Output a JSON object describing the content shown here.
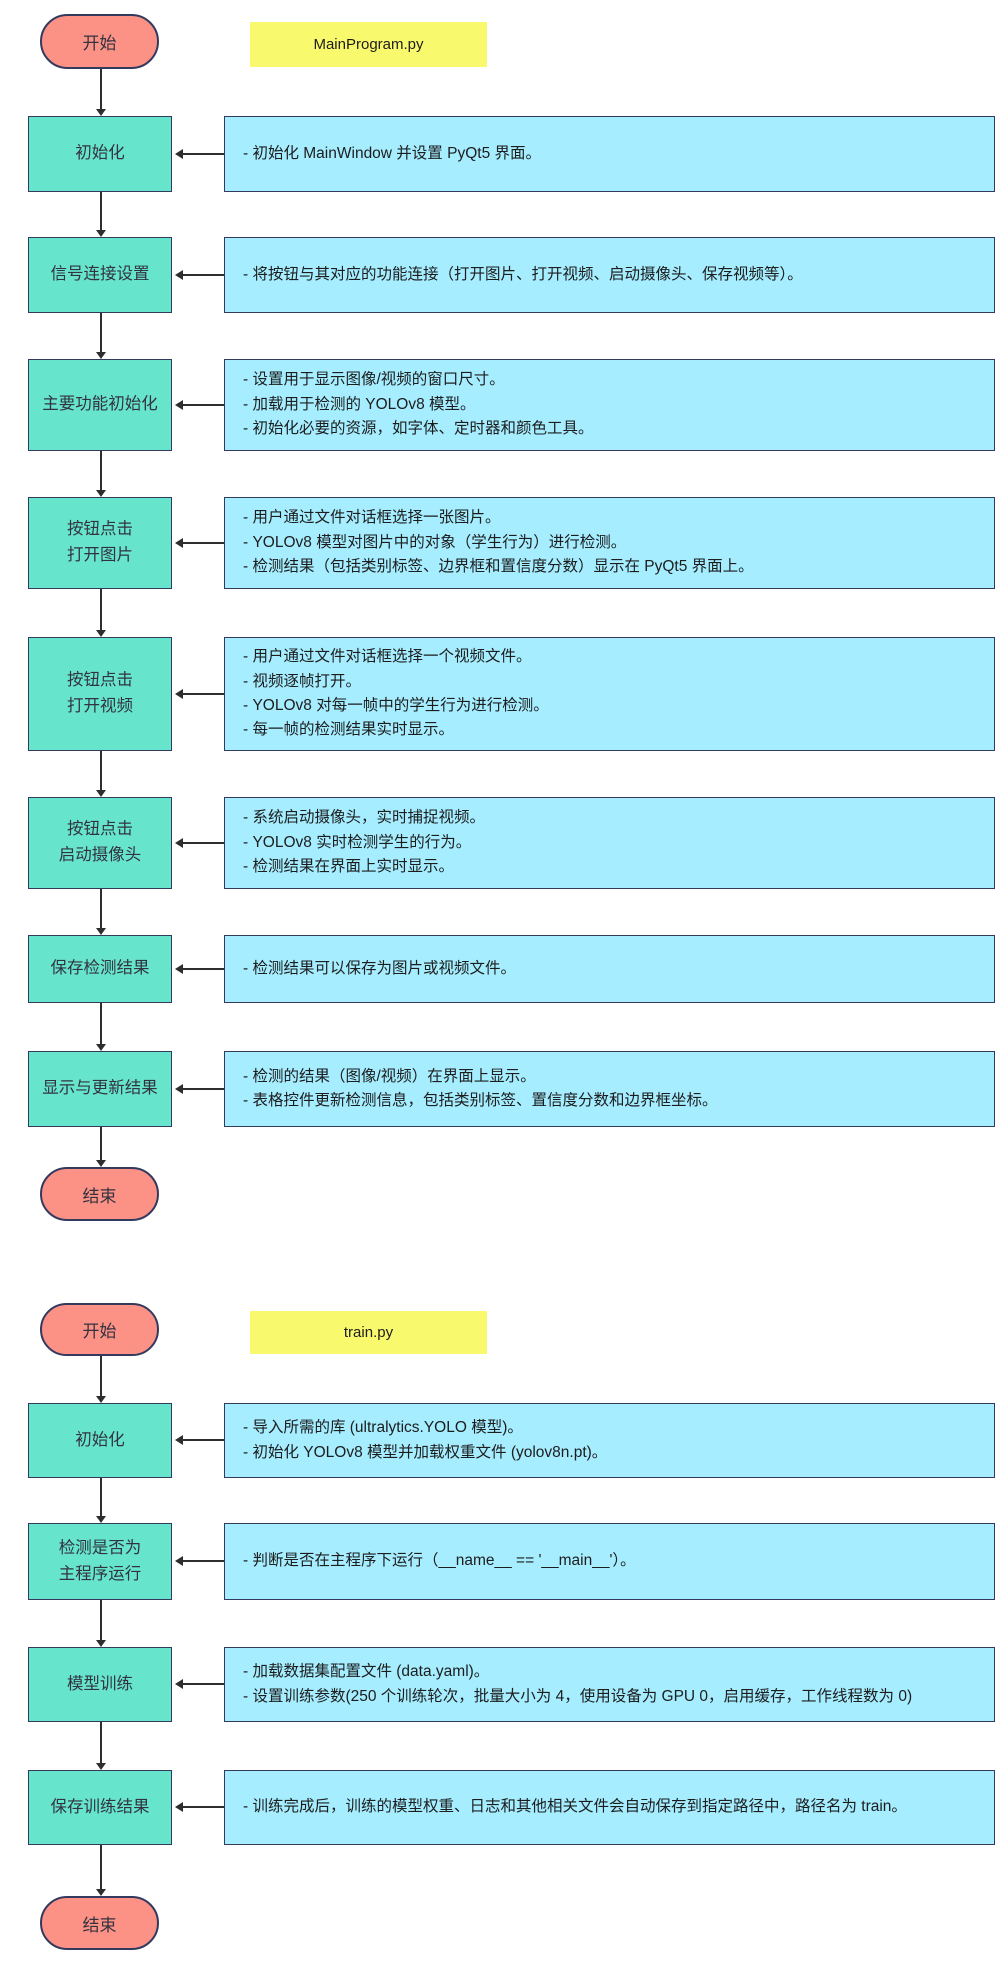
{
  "colors": {
    "terminal_fill": "#FC9186",
    "process_fill": "#66E5CC",
    "description_fill": "#A5EDFF",
    "title_fill": "#F9F96E",
    "border": "#333A5E",
    "arrow": "#2E2E2E"
  },
  "flowcharts": [
    {
      "title": "MainProgram.py",
      "start_label": "开始",
      "end_label": "结束",
      "steps": [
        {
          "node": "初始化",
          "desc": "- 初始化 MainWindow 并设置 PyQt5 界面。"
        },
        {
          "node": "信号连接设置",
          "desc": "- 将按钮与其对应的功能连接（打开图片、打开视频、启动摄像头、保存视频等）。"
        },
        {
          "node": "主要功能初始化",
          "desc": "- 设置用于显示图像/视频的窗口尺寸。\n- 加载用于检测的 YOLOv8 模型。\n- 初始化必要的资源，如字体、定时器和颜色工具。"
        },
        {
          "node": "按钮点击\n打开图片",
          "desc": "- 用户通过文件对话框选择一张图片。\n- YOLOv8 模型对图片中的对象（学生行为）进行检测。\n- 检测结果（包括类别标签、边界框和置信度分数）显示在 PyQt5 界面上。"
        },
        {
          "node": "按钮点击\n打开视频",
          "desc": "- 用户通过文件对话框选择一个视频文件。\n- 视频逐帧打开。\n- YOLOv8 对每一帧中的学生行为进行检测。\n- 每一帧的检测结果实时显示。"
        },
        {
          "node": "按钮点击\n启动摄像头",
          "desc": "- 系统启动摄像头，实时捕捉视频。\n- YOLOv8 实时检测学生的行为。\n- 检测结果在界面上实时显示。"
        },
        {
          "node": "保存检测结果",
          "desc": "- 检测结果可以保存为图片或视频文件。"
        },
        {
          "node": "显示与更新结果",
          "desc": "- 检测的结果（图像/视频）在界面上显示。\n- 表格控件更新检测信息，包括类别标签、置信度分数和边界框坐标。"
        }
      ]
    },
    {
      "title": "train.py",
      "start_label": "开始",
      "end_label": "结束",
      "steps": [
        {
          "node": "初始化",
          "desc": "- 导入所需的库 (ultralytics.YOLO 模型)。\n- 初始化 YOLOv8 模型并加载权重文件 (yolov8n.pt)。"
        },
        {
          "node": "检测是否为\n主程序运行",
          "desc": "- 判断是否在主程序下运行（__name__ == '__main__'）。"
        },
        {
          "node": "模型训练",
          "desc": "- 加载数据集配置文件 (data.yaml)。\n- 设置训练参数(250 个训练轮次，批量大小为 4，使用设备为 GPU 0，启用缓存，工作线程数为 0)"
        },
        {
          "node": "保存训练结果",
          "desc": "- 训练完成后，训练的模型权重、日志和其他相关文件会自动保存到指定路径中，路径名为 train。"
        }
      ]
    }
  ]
}
